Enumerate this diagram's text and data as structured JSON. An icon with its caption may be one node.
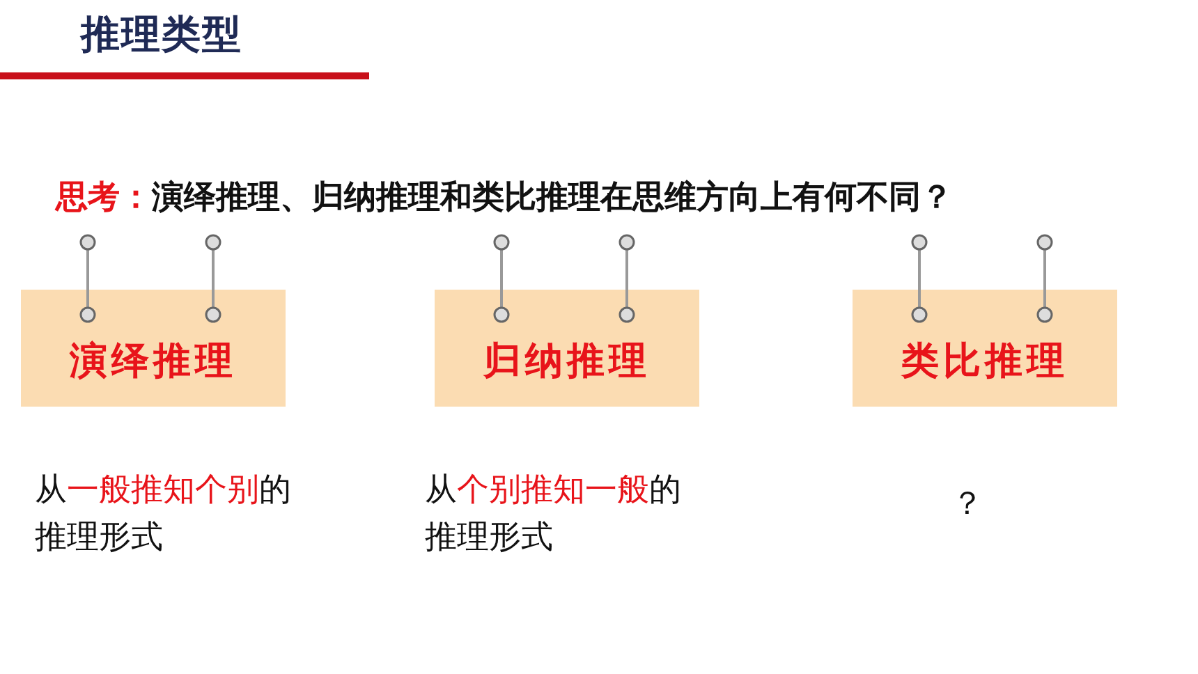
{
  "diagram": {
    "title": "推理类型",
    "nodes": [
      {
        "text": [
          "演绎推理"
        ],
        "beside": [
          "从**一般推知个别**的推理形式"
        ]
      },
      {
        "text": [
          "归纳推理"
        ],
        "beside": [
          "从**个别推知一般**的推理形式"
        ]
      },
      {
        "text": [
          "类比推理"
        ],
        "beside": [
          "？"
        ]
      }
    ],
    "edges": [],
    "labels": [
      "**思考：**演绎推理、归纳推理和类比推理在思维方向上有何不同？"
    ]
  }
}
